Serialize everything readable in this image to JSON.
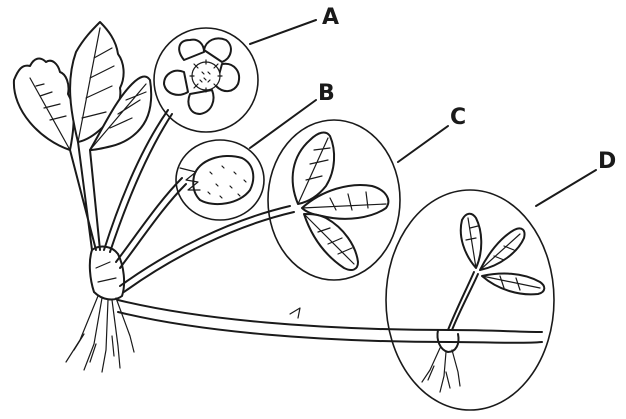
{
  "labels": [
    {
      "id": "A",
      "text": "A"
    },
    {
      "id": "B",
      "text": "B"
    },
    {
      "id": "C",
      "text": "C"
    },
    {
      "id": "D",
      "text": "D"
    }
  ],
  "colors": {
    "ink": "#1a1a1a",
    "background": "#ffffff"
  }
}
